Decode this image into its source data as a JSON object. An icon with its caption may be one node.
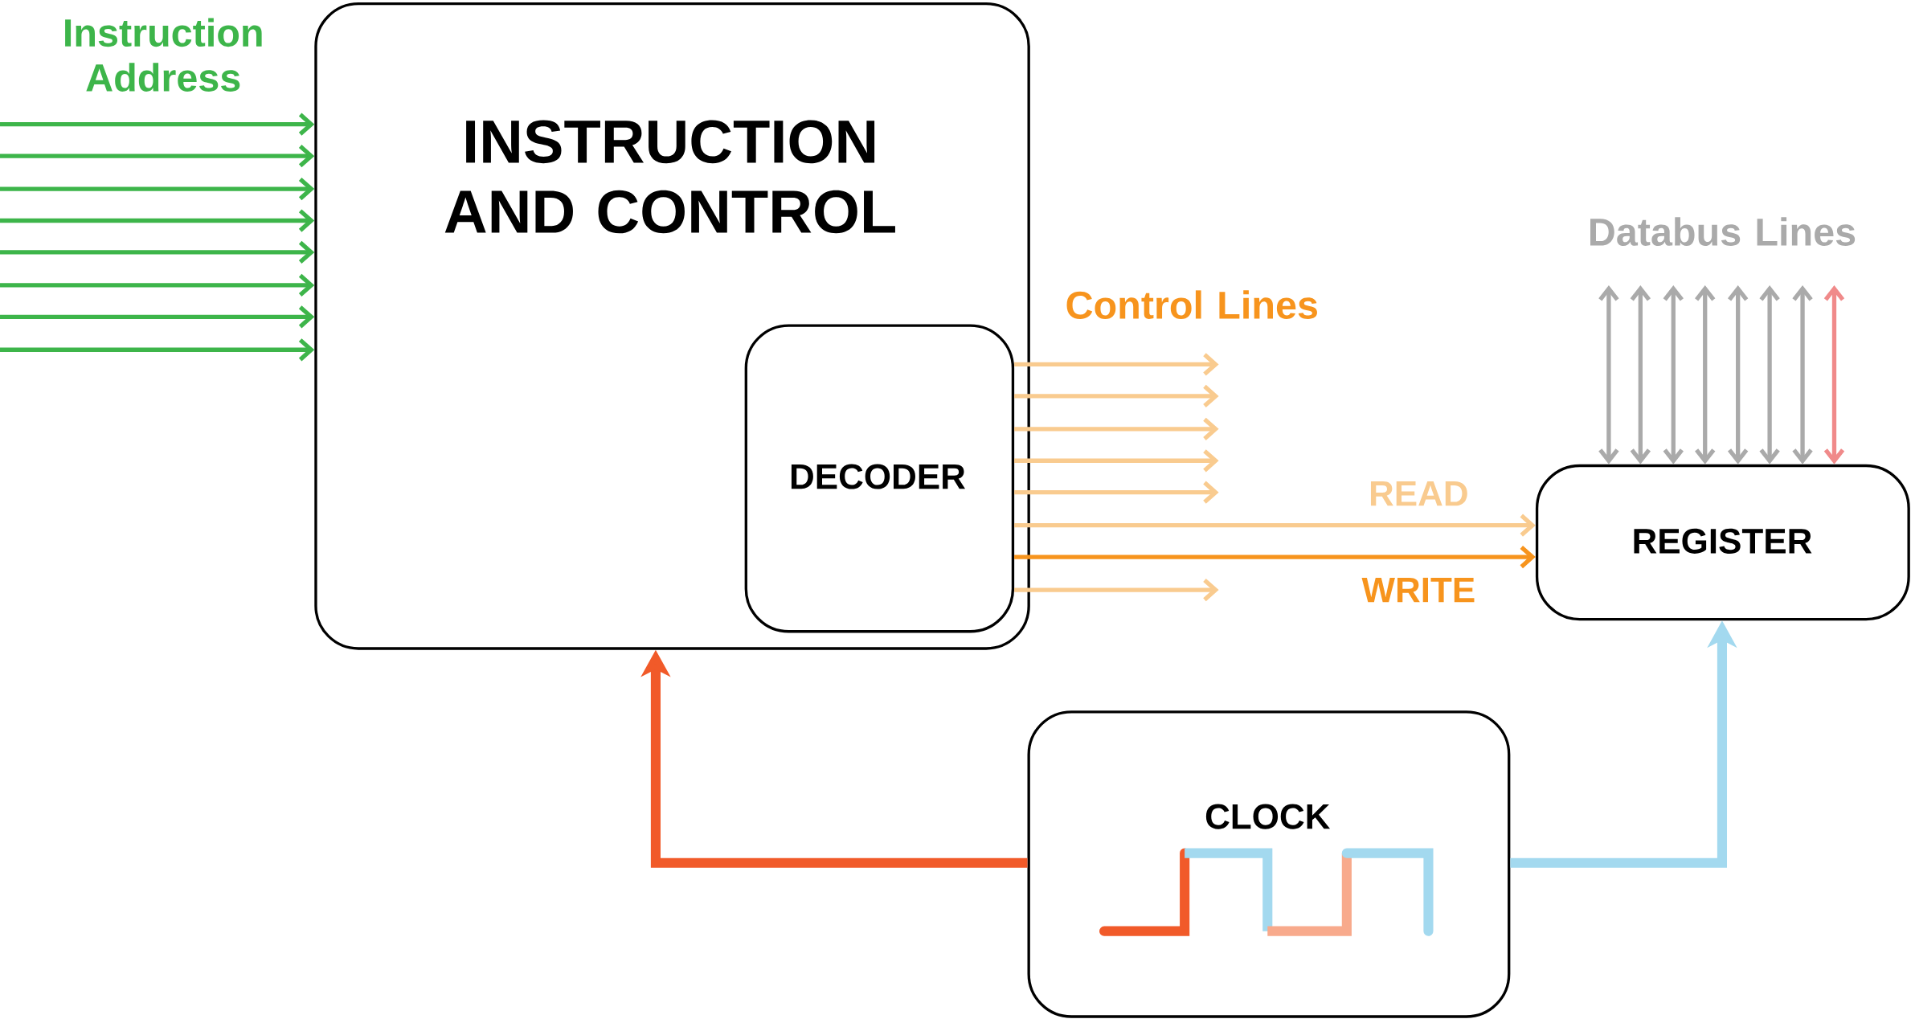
{
  "diagram": {
    "nodes": [
      {
        "text": [
          "INSTRUCTION AND CONTROL"
        ]
      },
      {
        "text": [
          "DECODER"
        ],
        "in": 0
      },
      {
        "text": [
          "REGISTER"
        ]
      },
      {
        "text": [
          "CLOCK"
        ]
      }
    ],
    "edges": [
      {
        "from": null,
        "to": 0,
        "arrow": "to",
        "color": "#3db54a"
      },
      {
        "from": null,
        "to": 0,
        "arrow": "to",
        "color": "#3db54a"
      },
      {
        "from": null,
        "to": 0,
        "arrow": "to",
        "color": "#3db54a"
      },
      {
        "from": null,
        "to": 0,
        "arrow": "to",
        "color": "#3db54a"
      },
      {
        "from": null,
        "to": 0,
        "arrow": "to",
        "color": "#3db54a"
      },
      {
        "from": null,
        "to": 0,
        "arrow": "to",
        "color": "#3db54a"
      },
      {
        "from": null,
        "to": 0,
        "arrow": "to",
        "color": "#3db54a"
      },
      {
        "from": null,
        "to": 0,
        "arrow": "to",
        "color": "#3db54a"
      },
      {
        "from": 1,
        "to": null,
        "arrow": "to",
        "color": "#f9cb8f"
      },
      {
        "from": 1,
        "to": null,
        "arrow": "to",
        "color": "#f9cb8f"
      },
      {
        "from": 1,
        "to": null,
        "arrow": "to",
        "color": "#f9cb8f"
      },
      {
        "from": 1,
        "to": null,
        "arrow": "to",
        "color": "#f9cb8f"
      },
      {
        "from": 1,
        "to": null,
        "arrow": "to",
        "color": "#f9cb8f"
      },
      {
        "from": 1,
        "to": 2,
        "arrow": "to",
        "label": "READ",
        "color": "#f9cb8f"
      },
      {
        "from": 1,
        "to": 2,
        "arrow": "to",
        "label": "WRITE",
        "color": "#f7941d"
      },
      {
        "from": 1,
        "to": null,
        "arrow": "to",
        "color": "#f9cb8f"
      },
      {
        "from": 2,
        "to": null,
        "arrow": "both",
        "color": "#aaaaaa"
      },
      {
        "from": 2,
        "to": null,
        "arrow": "both",
        "color": "#aaaaaa"
      },
      {
        "from": 2,
        "to": null,
        "arrow": "both",
        "color": "#aaaaaa"
      },
      {
        "from": 2,
        "to": null,
        "arrow": "both",
        "color": "#aaaaaa"
      },
      {
        "from": 2,
        "to": null,
        "arrow": "both",
        "color": "#aaaaaa"
      },
      {
        "from": 2,
        "to": null,
        "arrow": "both",
        "color": "#aaaaaa"
      },
      {
        "from": 2,
        "to": null,
        "arrow": "both",
        "color": "#aaaaaa"
      },
      {
        "from": 2,
        "to": null,
        "arrow": "both",
        "color": "#f08a8a"
      },
      {
        "from": 3,
        "to": 0,
        "arrow": "to",
        "style": "thick",
        "color": "#f15a29"
      },
      {
        "from": 3,
        "to": 2,
        "arrow": "to",
        "style": "thick",
        "color": "#a3d9ef"
      }
    ],
    "labels": [
      "Instruction Address",
      "Control Lines",
      "Databus Lines"
    ]
  }
}
